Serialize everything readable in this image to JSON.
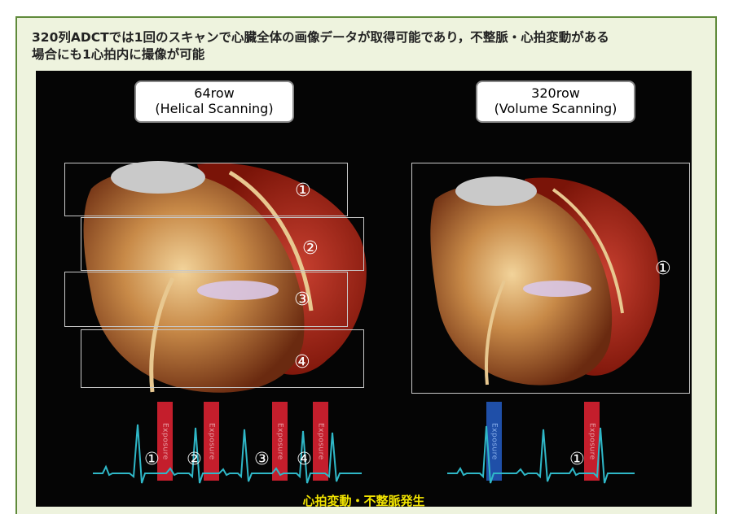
{
  "headline": {
    "line1": "320列ADCTでは1回のスキャンで心臓全体の画像データが取得可能であり，不整脈・心拍変動がある",
    "line2": "場合にも1心拍内に撮像が可能"
  },
  "left_panel": {
    "label_line1": "64row",
    "label_line2": "(Helical Scanning)",
    "segments": [
      "①",
      "②",
      "③",
      "④"
    ],
    "ecg_numbers": [
      "①",
      "②",
      "③",
      "④"
    ],
    "exposure_text": "Exposure"
  },
  "right_panel": {
    "label_line1": "320row",
    "label_line2": "(Volume Scanning)",
    "segments": [
      "①"
    ],
    "ecg_numbers": [
      "①"
    ],
    "exposure_text": "Exposure"
  },
  "caption": "心拍変動・不整脈発生",
  "colors": {
    "frame_border": "#5f8a3a",
    "frame_bg": "#eef3de",
    "exposure_red": "#c41e2c",
    "exposure_blue": "#1f4fa8",
    "ecg_line": "#2fb8c8",
    "caption_color": "#f2e400"
  }
}
